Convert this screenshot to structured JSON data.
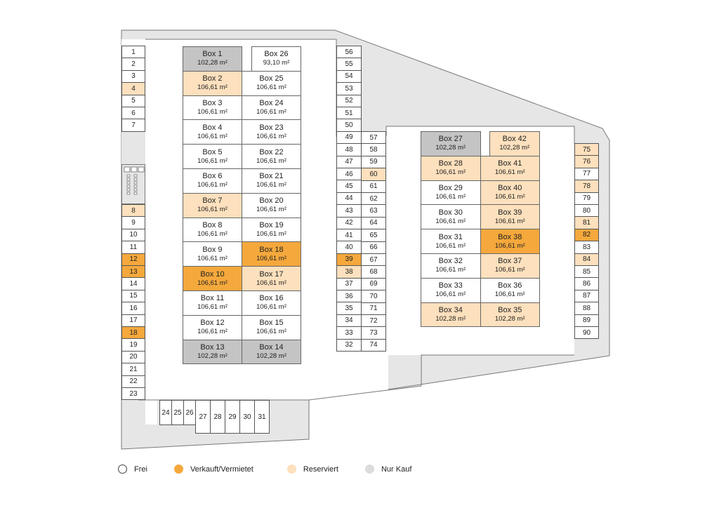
{
  "colors": {
    "frei": "#ffffff",
    "verkauft": "#f5a83c",
    "reserviert": "#fde0bd",
    "nurkauf": "#c4c4c4",
    "ground": "#e6e6e6"
  },
  "legend": [
    {
      "key": "frei",
      "label": "Frei"
    },
    {
      "key": "verkauft",
      "label": "Verkauft/Vermietet"
    },
    {
      "key": "reserviert",
      "label": "Reserviert"
    },
    {
      "key": "nurkauf",
      "label": "Nur Kauf"
    }
  ],
  "left_column_a": [
    {
      "n": "1",
      "s": "frei"
    },
    {
      "n": "2",
      "s": "frei"
    },
    {
      "n": "3",
      "s": "frei"
    },
    {
      "n": "4",
      "s": "reserviert"
    },
    {
      "n": "5",
      "s": "frei"
    },
    {
      "n": "6",
      "s": "frei"
    },
    {
      "n": "7",
      "s": "frei"
    }
  ],
  "left_column_b": [
    {
      "n": "8",
      "s": "reserviert"
    },
    {
      "n": "9",
      "s": "frei"
    },
    {
      "n": "10",
      "s": "frei"
    },
    {
      "n": "11",
      "s": "frei"
    },
    {
      "n": "12",
      "s": "verkauft"
    },
    {
      "n": "13",
      "s": "verkauft"
    },
    {
      "n": "14",
      "s": "frei"
    },
    {
      "n": "15",
      "s": "frei"
    },
    {
      "n": "16",
      "s": "frei"
    },
    {
      "n": "17",
      "s": "frei"
    },
    {
      "n": "18",
      "s": "verkauft"
    },
    {
      "n": "19",
      "s": "frei"
    },
    {
      "n": "20",
      "s": "frei"
    },
    {
      "n": "21",
      "s": "frei"
    },
    {
      "n": "22",
      "s": "frei"
    },
    {
      "n": "23",
      "s": "frei"
    }
  ],
  "bottom_row": [
    {
      "n": "24",
      "s": "frei"
    },
    {
      "n": "25",
      "s": "frei"
    },
    {
      "n": "26",
      "s": "frei"
    },
    {
      "n": "27",
      "s": "frei"
    },
    {
      "n": "28",
      "s": "frei"
    },
    {
      "n": "29",
      "s": "frei"
    },
    {
      "n": "30",
      "s": "frei"
    },
    {
      "n": "31",
      "s": "frei"
    }
  ],
  "middle_col_left": [
    {
      "n": "56",
      "s": "frei"
    },
    {
      "n": "55",
      "s": "frei"
    },
    {
      "n": "54",
      "s": "frei"
    },
    {
      "n": "53",
      "s": "frei"
    },
    {
      "n": "52",
      "s": "frei"
    },
    {
      "n": "51",
      "s": "frei"
    },
    {
      "n": "50",
      "s": "frei"
    },
    {
      "n": "49",
      "s": "frei"
    },
    {
      "n": "48",
      "s": "frei"
    },
    {
      "n": "47",
      "s": "frei"
    },
    {
      "n": "46",
      "s": "frei"
    },
    {
      "n": "45",
      "s": "frei"
    },
    {
      "n": "44",
      "s": "frei"
    },
    {
      "n": "43",
      "s": "frei"
    },
    {
      "n": "42",
      "s": "frei"
    },
    {
      "n": "41",
      "s": "frei"
    },
    {
      "n": "40",
      "s": "frei"
    },
    {
      "n": "39",
      "s": "verkauft"
    },
    {
      "n": "38",
      "s": "reserviert"
    },
    {
      "n": "37",
      "s": "frei"
    },
    {
      "n": "36",
      "s": "frei"
    },
    {
      "n": "35",
      "s": "frei"
    },
    {
      "n": "34",
      "s": "frei"
    },
    {
      "n": "33",
      "s": "frei"
    },
    {
      "n": "32",
      "s": "frei"
    }
  ],
  "middle_col_right": [
    {
      "n": "57",
      "s": "frei"
    },
    {
      "n": "58",
      "s": "frei"
    },
    {
      "n": "59",
      "s": "frei"
    },
    {
      "n": "60",
      "s": "reserviert"
    },
    {
      "n": "61",
      "s": "frei"
    },
    {
      "n": "62",
      "s": "frei"
    },
    {
      "n": "63",
      "s": "frei"
    },
    {
      "n": "64",
      "s": "frei"
    },
    {
      "n": "65",
      "s": "frei"
    },
    {
      "n": "66",
      "s": "frei"
    },
    {
      "n": "67",
      "s": "frei"
    },
    {
      "n": "68",
      "s": "frei"
    },
    {
      "n": "69",
      "s": "frei"
    },
    {
      "n": "70",
      "s": "frei"
    },
    {
      "n": "71",
      "s": "frei"
    },
    {
      "n": "72",
      "s": "frei"
    },
    {
      "n": "73",
      "s": "frei"
    },
    {
      "n": "74",
      "s": "frei"
    }
  ],
  "right_column": [
    {
      "n": "75",
      "s": "reserviert"
    },
    {
      "n": "76",
      "s": "reserviert"
    },
    {
      "n": "77",
      "s": "frei"
    },
    {
      "n": "78",
      "s": "reserviert"
    },
    {
      "n": "79",
      "s": "frei"
    },
    {
      "n": "80",
      "s": "frei"
    },
    {
      "n": "81",
      "s": "reserviert"
    },
    {
      "n": "82",
      "s": "verkauft"
    },
    {
      "n": "83",
      "s": "frei"
    },
    {
      "n": "84",
      "s": "reserviert"
    },
    {
      "n": "85",
      "s": "frei"
    },
    {
      "n": "86",
      "s": "frei"
    },
    {
      "n": "87",
      "s": "frei"
    },
    {
      "n": "88",
      "s": "frei"
    },
    {
      "n": "89",
      "s": "frei"
    },
    {
      "n": "90",
      "s": "frei"
    }
  ],
  "boxes_block1": [
    [
      {
        "name": "Box 1",
        "area": "102,28 m²",
        "s": "nurkauf"
      },
      {
        "name": "Box 26",
        "area": "93,10 m²",
        "s": "frei"
      }
    ],
    [
      {
        "name": "Box 2",
        "area": "106,61 m²",
        "s": "reserviert"
      },
      {
        "name": "Box 25",
        "area": "106,61 m²",
        "s": "frei"
      }
    ],
    [
      {
        "name": "Box 3",
        "area": "106,61 m²",
        "s": "frei"
      },
      {
        "name": "Box 24",
        "area": "106,61 m²",
        "s": "frei"
      }
    ],
    [
      {
        "name": "Box 4",
        "area": "106,61 m²",
        "s": "frei"
      },
      {
        "name": "Box 23",
        "area": "106,61 m²",
        "s": "frei"
      }
    ],
    [
      {
        "name": "Box 5",
        "area": "106,61 m²",
        "s": "frei"
      },
      {
        "name": "Box 22",
        "area": "106,61 m²",
        "s": "frei"
      }
    ],
    [
      {
        "name": "Box 6",
        "area": "106,61 m²",
        "s": "frei"
      },
      {
        "name": "Box 21",
        "area": "106,61 m²",
        "s": "frei"
      }
    ],
    [
      {
        "name": "Box 7",
        "area": "106,61 m²",
        "s": "reserviert"
      },
      {
        "name": "Box 20",
        "area": "106,61 m²",
        "s": "frei"
      }
    ],
    [
      {
        "name": "Box 8",
        "area": "106,61 m²",
        "s": "frei"
      },
      {
        "name": "Box 19",
        "area": "106,61 m²",
        "s": "frei"
      }
    ],
    [
      {
        "name": "Box 9",
        "area": "106,61 m²",
        "s": "frei"
      },
      {
        "name": "Box 18",
        "area": "106,61 m²",
        "s": "verkauft"
      }
    ],
    [
      {
        "name": "Box 10",
        "area": "106,61 m²",
        "s": "verkauft"
      },
      {
        "name": "Box 17",
        "area": "106,61 m²",
        "s": "reserviert"
      }
    ],
    [
      {
        "name": "Box 11",
        "area": "106,61 m²",
        "s": "frei"
      },
      {
        "name": "Box 16",
        "area": "106,61 m²",
        "s": "frei"
      }
    ],
    [
      {
        "name": "Box 12",
        "area": "106,61 m²",
        "s": "frei"
      },
      {
        "name": "Box 15",
        "area": "106,61 m²",
        "s": "frei"
      }
    ],
    [
      {
        "name": "Box 13",
        "area": "102,28 m²",
        "s": "nurkauf"
      },
      {
        "name": "Box 14",
        "area": "102,28 m²",
        "s": "nurkauf"
      }
    ]
  ],
  "boxes_block2": [
    [
      {
        "name": "Box 27",
        "area": "102,28 m²",
        "s": "nurkauf"
      },
      {
        "name": "Box 42",
        "area": "102,28 m²",
        "s": "reserviert"
      }
    ],
    [
      {
        "name": "Box 28",
        "area": "106,61 m²",
        "s": "reserviert"
      },
      {
        "name": "Box 41",
        "area": "106,61 m²",
        "s": "reserviert"
      }
    ],
    [
      {
        "name": "Box 29",
        "area": "106,61 m²",
        "s": "frei"
      },
      {
        "name": "Box 40",
        "area": "106,61 m²",
        "s": "reserviert"
      }
    ],
    [
      {
        "name": "Box 30",
        "area": "106,61 m²",
        "s": "frei"
      },
      {
        "name": "Box 39",
        "area": "106,61 m²",
        "s": "reserviert"
      }
    ],
    [
      {
        "name": "Box 31",
        "area": "106,61 m²",
        "s": "frei"
      },
      {
        "name": "Box 38",
        "area": "106,61 m²",
        "s": "verkauft"
      }
    ],
    [
      {
        "name": "Box 32",
        "area": "106,61 m²",
        "s": "frei"
      },
      {
        "name": "Box 37",
        "area": "106,61 m²",
        "s": "reserviert"
      }
    ],
    [
      {
        "name": "Box 33",
        "area": "106,61 m²",
        "s": "frei"
      },
      {
        "name": "Box 36",
        "area": "106,61 m²",
        "s": "frei"
      }
    ],
    [
      {
        "name": "Box 34",
        "area": "102,28 m²",
        "s": "reserviert"
      },
      {
        "name": "Box 35",
        "area": "102,28 m²",
        "s": "reserviert"
      }
    ]
  ]
}
